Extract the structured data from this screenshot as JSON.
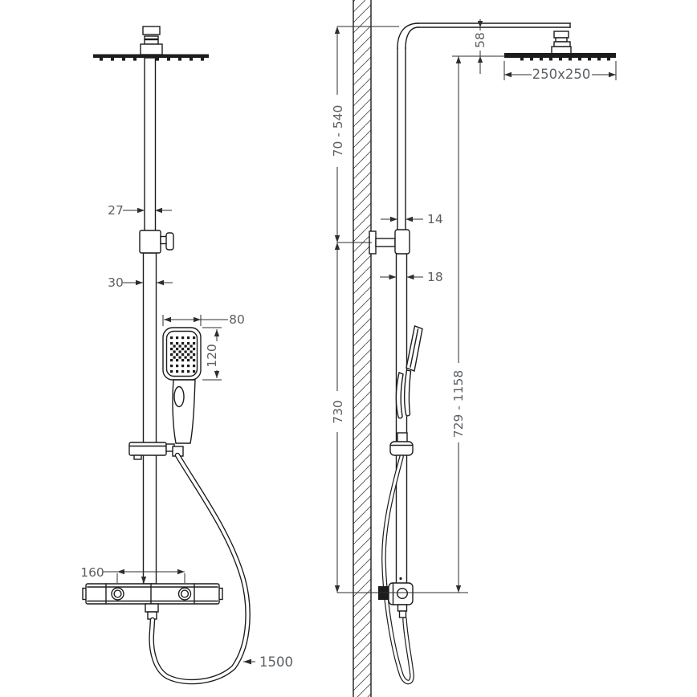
{
  "labels": {
    "front": {
      "pipe_upper_width": "27",
      "pipe_lower_width": "30",
      "handset_width": "80",
      "handset_height": "120",
      "outlet_spacing": "160",
      "hose_length": "1500"
    },
    "side": {
      "arm_mount_range": "70 - 540",
      "head_offset": "58",
      "head_size": "250x250",
      "pipe_upper_width": "14",
      "pipe_lower_width": "18",
      "valve_to_bracket": "730",
      "riser_height_range": "729 - 1158"
    }
  },
  "colors": {
    "line": "#1c1c1c",
    "dim_line": "#2e2e2e",
    "dim_text": "#5c6064",
    "hatch": "#4a4a4a",
    "background": "#ffffff"
  }
}
